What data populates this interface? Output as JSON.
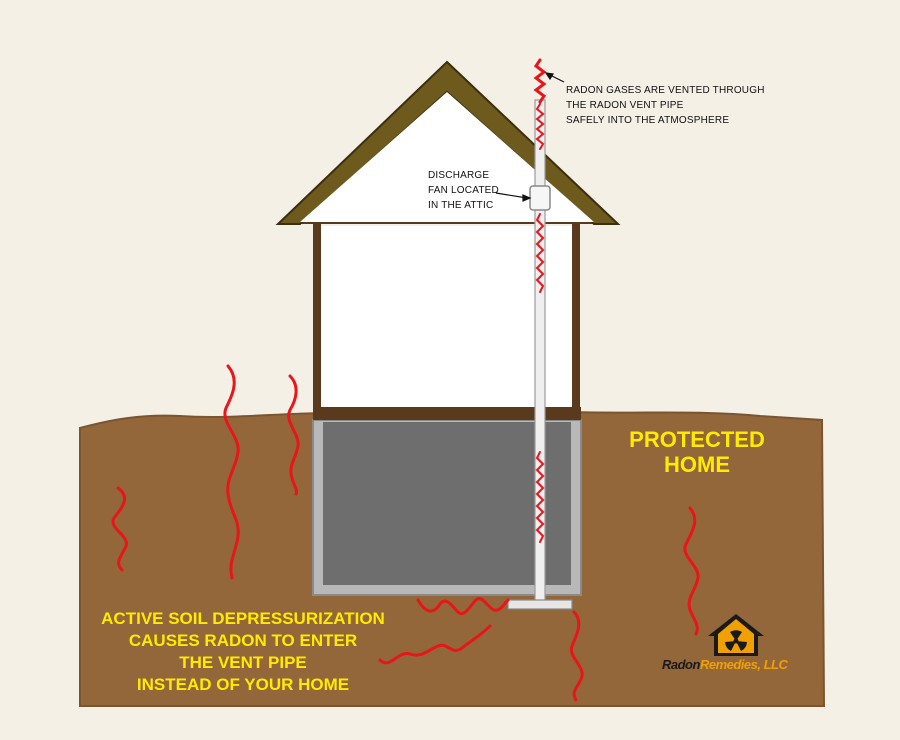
{
  "callouts": {
    "vent": [
      "RADON GASES ARE VENTED THROUGH",
      "THE RADON VENT PIPE",
      "SAFELY INTO THE ATMOSPHERE"
    ],
    "fan": [
      "DISCHARGE",
      "FAN LOCATED",
      "IN THE ATTIC"
    ]
  },
  "protected_home": [
    "PROTECTED",
    "HOME"
  ],
  "asd_message": [
    "ACTIVE SOIL DEPRESSURIZATION",
    "CAUSES RADON TO ENTER",
    "THE VENT PIPE",
    "INSTEAD OF YOUR HOME"
  ],
  "brand": {
    "word1": "Radon",
    "word2": "Remedies, LLC"
  },
  "colors": {
    "soil": "#93673a",
    "wood": "#5a3a1c",
    "roof": "#6e5a1c",
    "basement": "#6e6e6e",
    "radon": "#e8151b",
    "highlight_text": "#ffea00",
    "brand_orange": "#f0a000"
  },
  "icons": {
    "brand_logo": "radiation-house-icon"
  }
}
